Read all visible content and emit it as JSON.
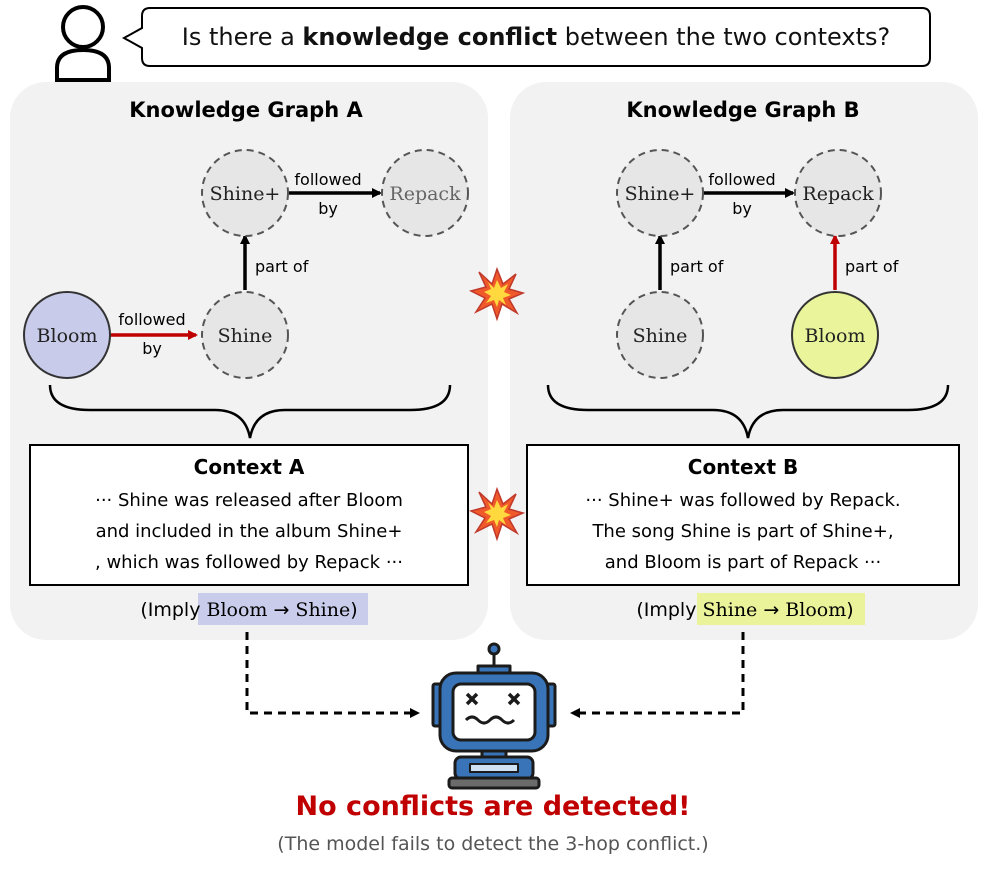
{
  "question": {
    "prefix": "Is there a ",
    "bold": "knowledge conflict",
    "suffix": " between the two contexts?"
  },
  "graph_a": {
    "title": "Knowledge Graph A",
    "nodes": {
      "shine_plus": "Shine+",
      "repack": "Repack",
      "bloom": "Bloom",
      "shine": "Shine"
    },
    "edges": {
      "top_line1": "followed",
      "top_line2": "by",
      "vertical": "part of",
      "bottom_line1": "followed",
      "bottom_line2": "by"
    },
    "context_title": "Context A",
    "context_lines": [
      "··· Shine was released after Bloom",
      "and included in the album Shine+",
      ", which was followed by Repack ···"
    ],
    "implies": {
      "prefix": "(Imply ",
      "from": "Bloom",
      "to": "Shine",
      "suffix": ")",
      "highlight": "#c9cdeb"
    }
  },
  "graph_b": {
    "title": "Knowledge Graph B",
    "nodes": {
      "shine_plus": "Shine+",
      "repack": "Repack",
      "shine": "Shine",
      "bloom": "Bloom"
    },
    "edges": {
      "top_line1": "followed",
      "top_line2": "by",
      "left_vertical": "part of",
      "right_vertical": "part of"
    },
    "context_title": "Context B",
    "context_lines": [
      "··· Shine+ was followed by Repack.",
      "The song Shine is part of Shine+,",
      "and Bloom is part of Repack ···"
    ],
    "implies": {
      "prefix": "(Imply ",
      "from": "Shine",
      "to": "Bloom",
      "suffix": ")",
      "highlight": "#eaf39a"
    }
  },
  "result": {
    "headline": "No conflicts are detected!",
    "subtext": "(The model fails to detect the 3-hop conflict.)"
  },
  "colors": {
    "panel": "#f2f2f2",
    "gray_node": "#e6e6e6",
    "bloom_a": "#c8cbea",
    "bloom_b": "#e9f49b",
    "red_arrow": "#c00000",
    "headline": "#c00000",
    "robot_body": "#3a74b8"
  },
  "icons": [
    "user-icon",
    "explosion-icon",
    "robot-icon"
  ]
}
